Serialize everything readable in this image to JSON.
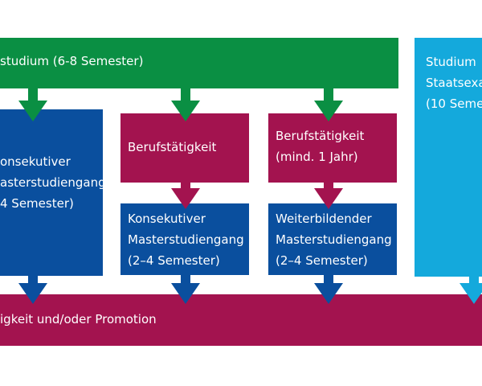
{
  "top_bar": {
    "text": "studium (6-8 Semester)",
    "color": "#0a8f43"
  },
  "right_box": {
    "lines": [
      "Studium",
      "Staatsexa",
      "(10 Semes"
    ],
    "color": "#14a9dc"
  },
  "left_box": {
    "lines": [
      "onsekutiver",
      "asterstudiengang",
      "4 Semester)"
    ],
    "color": "#0a4f9e"
  },
  "middle_column": {
    "upper": {
      "lines": [
        "Berufstätigkeit"
      ],
      "color": "#a3134f"
    },
    "lower": {
      "lines": [
        "Konsekutiver",
        "Masterstudiengang",
        "(2–4 Semester)"
      ],
      "color": "#0a4f9e"
    }
  },
  "right_column": {
    "upper": {
      "lines": [
        "Berufstätigkeit",
        "(mind. 1 Jahr)"
      ],
      "color": "#a3134f"
    },
    "lower": {
      "lines": [
        "Weiterbildender",
        "Masterstudiengang",
        "(2–4 Semester)"
      ],
      "color": "#0a4f9e"
    }
  },
  "bottom_bar": {
    "text": "igkeit und/oder Promotion",
    "color": "#a3134f"
  }
}
